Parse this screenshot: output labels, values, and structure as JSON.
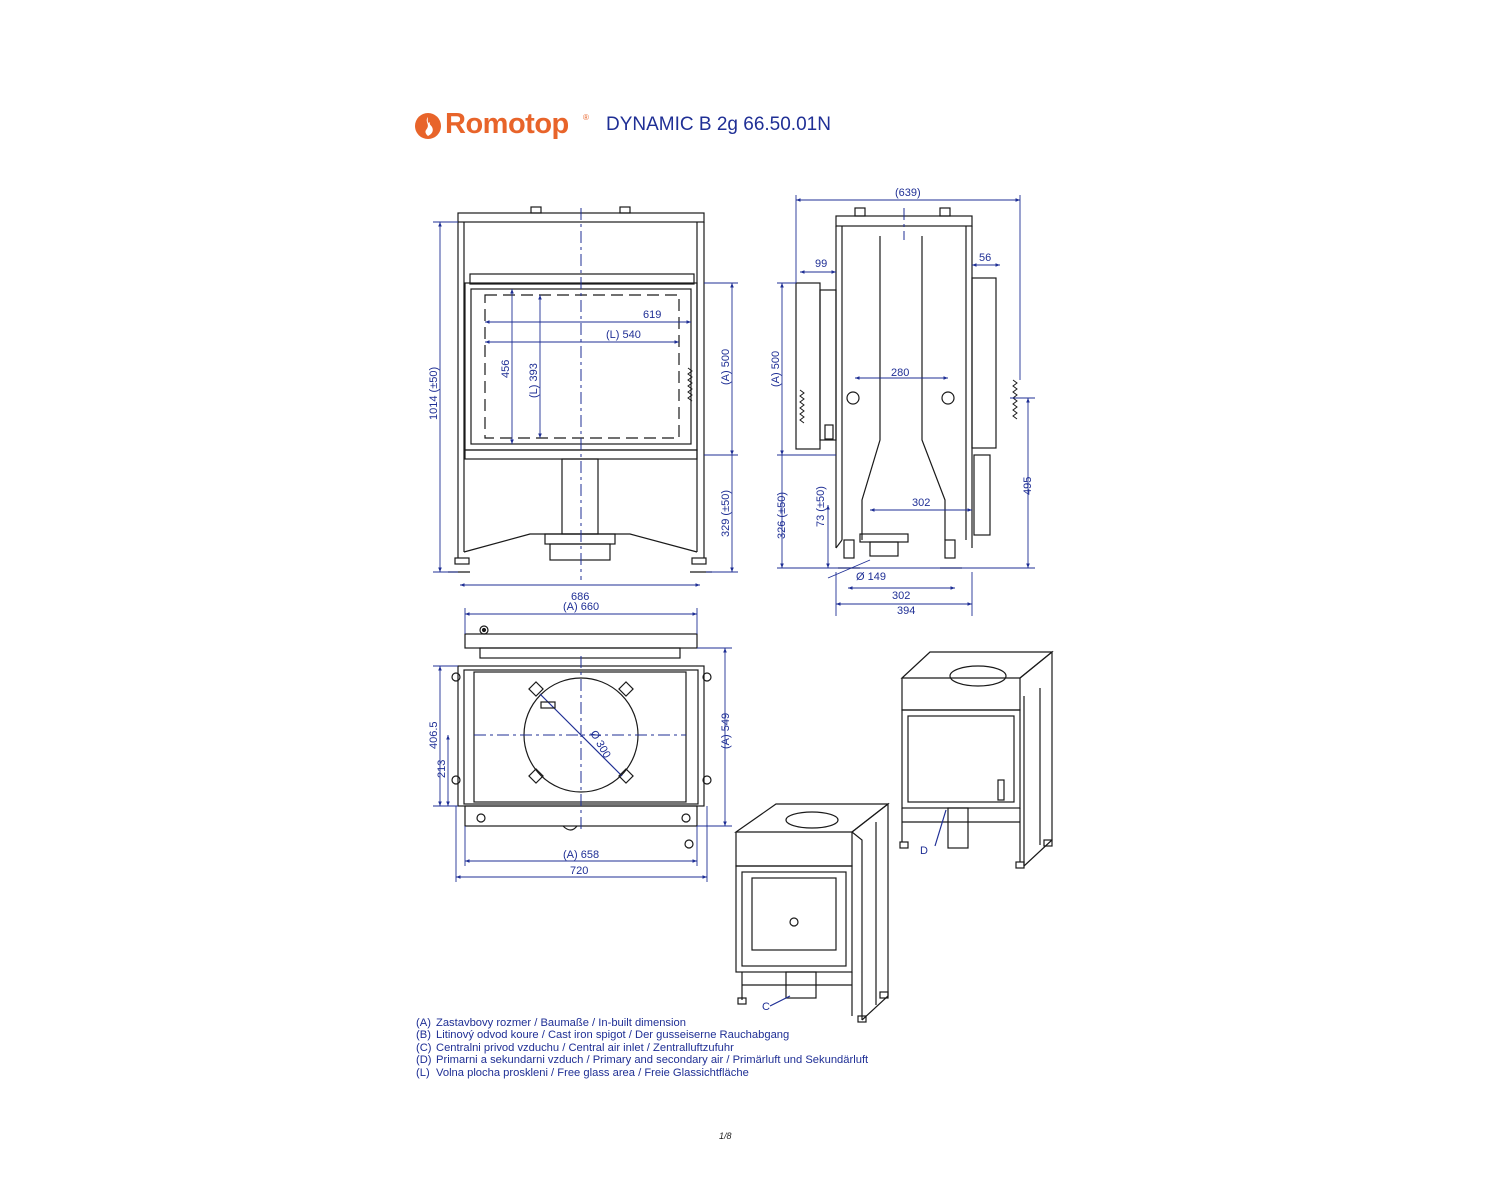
{
  "header": {
    "brand": "Romotop",
    "registered_mark": "®",
    "model": "DYNAMIC B 2g 66.50.01N"
  },
  "colors": {
    "brand_orange": "#E8642A",
    "dimension_blue": "#1F2F95",
    "line_black": "#1a1a1a"
  },
  "icons": {
    "logo": "flame-icon"
  },
  "dimensions": {
    "front": {
      "height_total": "1014 (±50)",
      "width_total": "686",
      "door_width": "619",
      "glass_width": "(L) 540",
      "door_height": "456",
      "glass_height": "(L) 393",
      "inbuilt_height": "(A) 500",
      "base_height": "329 (±50)"
    },
    "side": {
      "depth_total": "(639)",
      "offset_left": "99",
      "offset_right": "56",
      "inbuilt_height": "(A) 500",
      "spacing": "280",
      "height_right": "495",
      "base_height": "326 (±50)",
      "inlet_height": "73 (±50)",
      "inlet_width": "302",
      "inlet_diameter": "Ø 149",
      "bottom_width": "302",
      "bottom_depth": "394"
    },
    "top": {
      "width_inbuilt": "(A) 660",
      "depth_inbuilt": "(A) 549",
      "depth_offset": "406.5",
      "depth_center": "213",
      "flue_diameter": "Ø 300",
      "width_bottom_inbuilt": "(A) 658",
      "width_total": "720"
    },
    "labels": {
      "air_inlet": "C",
      "primary_air": "D"
    }
  },
  "legend": [
    {
      "code": "(A)",
      "text": "Zastavbovy rozmer / Baumaße / In-built dimension"
    },
    {
      "code": "(B)",
      "text": "Litinový odvod koure / Cast iron spigot / Der gusseiserne Rauchabgang"
    },
    {
      "code": "(C)",
      "text": "Centralni privod vzduchu / Central air inlet / Zentralluftzufuhr"
    },
    {
      "code": "(D)",
      "text": "Primarni a sekundarni vzduch / Primary and secondary air / Primärluft und Sekundärluft"
    },
    {
      "code": "(L)",
      "text": "Volna plocha proskleni / Free glass area / Freie Glassichtfläche"
    }
  ],
  "page_number": "1/8"
}
